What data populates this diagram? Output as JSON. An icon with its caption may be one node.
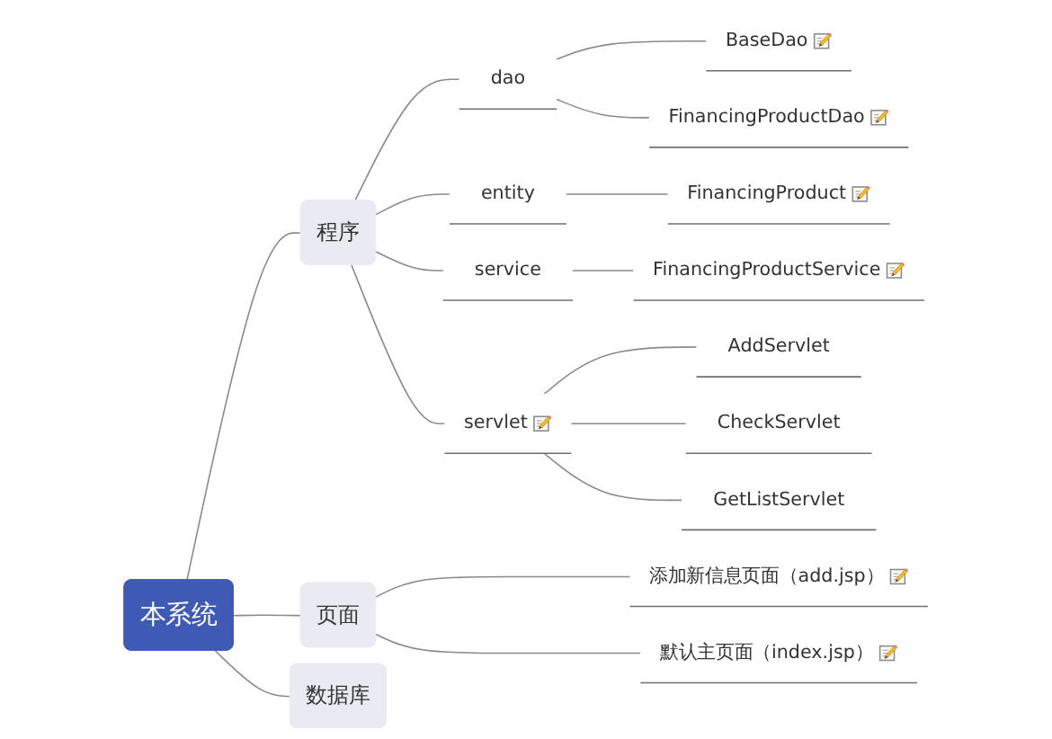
{
  "diagram": {
    "nodes": [
      {
        "text": [
          "本系统"
        ]
      },
      {
        "text": [
          "程序"
        ]
      },
      {
        "text": [
          "dao"
        ]
      },
      {
        "text": [
          "BaseDao"
        ]
      },
      {
        "text": [
          "FinancingProductDao"
        ]
      },
      {
        "text": [
          "entity"
        ]
      },
      {
        "text": [
          "FinancingProduct"
        ]
      },
      {
        "text": [
          "service"
        ]
      },
      {
        "text": [
          "FinancingProductService"
        ]
      },
      {
        "text": [
          "servlet"
        ]
      },
      {
        "text": [
          "AddServlet"
        ]
      },
      {
        "text": [
          "CheckServlet"
        ]
      },
      {
        "text": [
          "GetListServlet"
        ]
      },
      {
        "text": [
          "页面"
        ]
      },
      {
        "text": [
          "添加新信息页面（add.jsp）"
        ]
      },
      {
        "text": [
          "默认主页面（index.jsp）"
        ]
      },
      {
        "text": [
          "数据库"
        ]
      }
    ],
    "edges": [
      {
        "from": 0,
        "to": 1,
        "arrow": "none"
      },
      {
        "from": 1,
        "to": 2,
        "arrow": "none"
      },
      {
        "from": 2,
        "to": 3,
        "arrow": "none"
      },
      {
        "from": 2,
        "to": 4,
        "arrow": "none"
      },
      {
        "from": 1,
        "to": 5,
        "arrow": "none"
      },
      {
        "from": 5,
        "to": 6,
        "arrow": "none"
      },
      {
        "from": 1,
        "to": 7,
        "arrow": "none"
      },
      {
        "from": 7,
        "to": 8,
        "arrow": "none"
      },
      {
        "from": 1,
        "to": 9,
        "arrow": "none"
      },
      {
        "from": 9,
        "to": 10,
        "arrow": "none"
      },
      {
        "from": 9,
        "to": 11,
        "arrow": "none"
      },
      {
        "from": 9,
        "to": 12,
        "arrow": "none"
      },
      {
        "from": 0,
        "to": 13,
        "arrow": "none"
      },
      {
        "from": 13,
        "to": 14,
        "arrow": "none"
      },
      {
        "from": 13,
        "to": 15,
        "arrow": "none"
      },
      {
        "from": 0,
        "to": 16,
        "arrow": "none"
      }
    ]
  }
}
